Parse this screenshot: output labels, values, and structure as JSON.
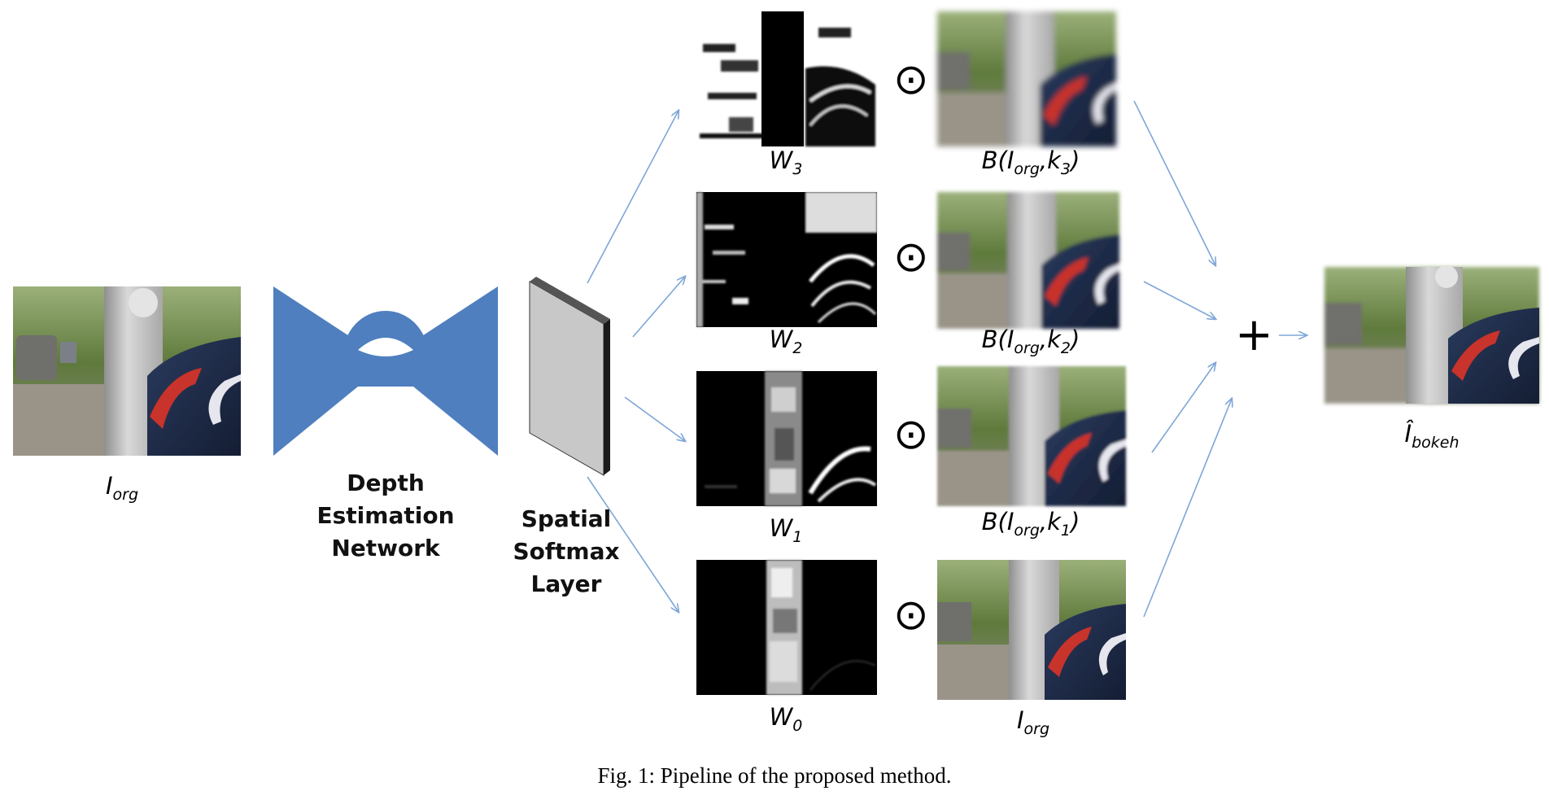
{
  "input": {
    "label_base": "I",
    "label_sub": "org"
  },
  "depth_network": {
    "lines": [
      "Depth",
      "Estimation",
      "Network"
    ]
  },
  "softmax_layer": {
    "lines": [
      "Spatial",
      "Softmax",
      "Layer"
    ]
  },
  "operator_symbol": "⊙",
  "sum_symbol": "+",
  "rows": [
    {
      "weight_base": "W",
      "weight_sub": "3",
      "blur_prefix": "B(I",
      "blur_sub1": "org",
      "blur_mid": ",k",
      "blur_sub2": "3",
      "blur_suffix": ")"
    },
    {
      "weight_base": "W",
      "weight_sub": "2",
      "blur_prefix": "B(I",
      "blur_sub1": "org",
      "blur_mid": ",k",
      "blur_sub2": "2",
      "blur_suffix": ")"
    },
    {
      "weight_base": "W",
      "weight_sub": "1",
      "blur_prefix": "B(I",
      "blur_sub1": "org",
      "blur_mid": ",k",
      "blur_sub2": "1",
      "blur_suffix": ")"
    },
    {
      "weight_base": "W",
      "weight_sub": "0",
      "blur_prefix": "I",
      "blur_sub1": "org",
      "blur_mid": "",
      "blur_sub2": "",
      "blur_suffix": ""
    }
  ],
  "output": {
    "label_base": "Î",
    "label_sub": "bokeh"
  },
  "caption": "Fig. 1: Pipeline of the proposed method.",
  "colors": {
    "network_blue": "#4f7fbf",
    "arrow_blue": "#7ea6d8",
    "layer_face": "#c8c8c8",
    "layer_edge": "#1a1a1a"
  }
}
